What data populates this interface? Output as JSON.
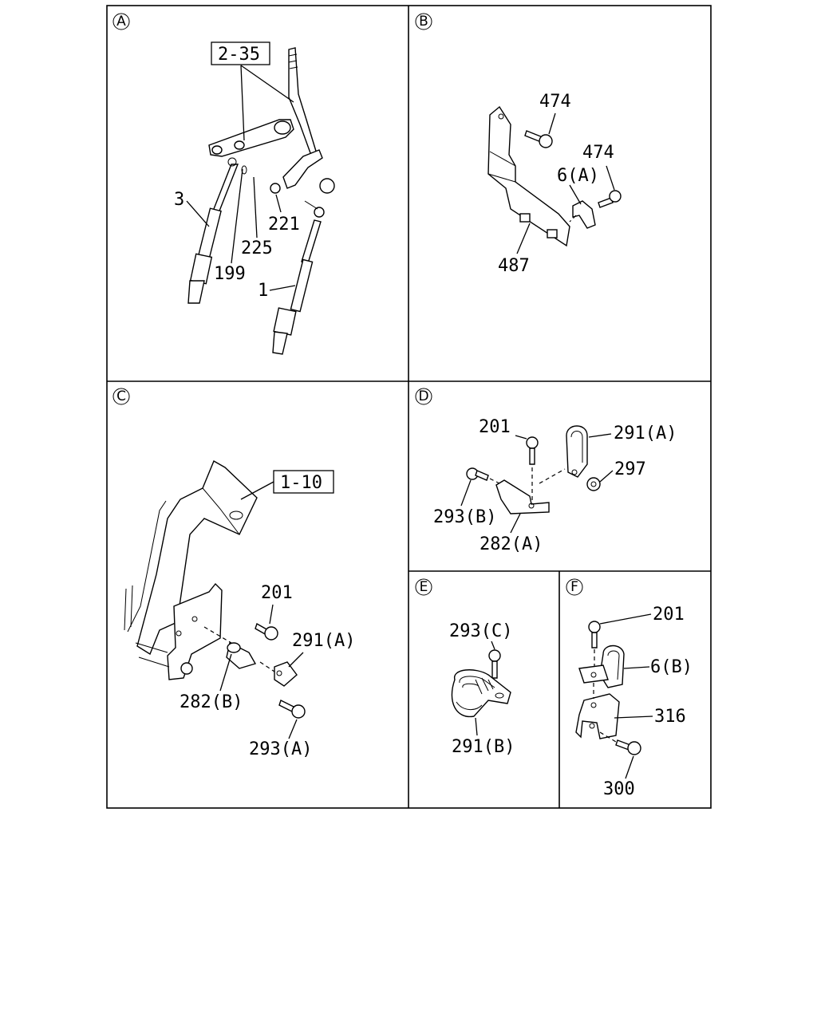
{
  "panels": {
    "a": {
      "id": "A",
      "boxed_refs": [
        "2-35"
      ],
      "callouts": [
        "3",
        "199",
        "225",
        "221",
        "1"
      ]
    },
    "b": {
      "id": "B",
      "callouts": [
        "474",
        "474",
        "6(A)",
        "487"
      ]
    },
    "c": {
      "id": "C",
      "boxed_refs": [
        "1-10"
      ],
      "callouts": [
        "201",
        "291(A)",
        "282(B)",
        "293(A)"
      ]
    },
    "d": {
      "id": "D",
      "callouts": [
        "201",
        "291(A)",
        "297",
        "293(B)",
        "282(A)"
      ]
    },
    "e": {
      "id": "E",
      "callouts": [
        "293(C)",
        "291(B)"
      ]
    },
    "f": {
      "id": "F",
      "callouts": [
        "201",
        "6(B)",
        "316",
        "300"
      ]
    }
  }
}
